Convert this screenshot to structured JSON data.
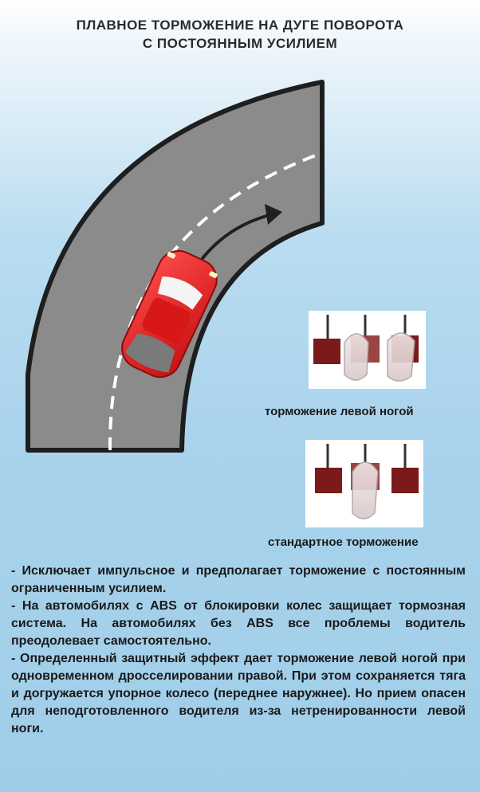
{
  "title": {
    "line1": "ПЛАВНОЕ ТОРМОЖЕНИЕ НА ДУГЕ ПОВОРОТА",
    "line2": "С ПОСТОЯННЫМ УСИЛИЕМ"
  },
  "captions": {
    "left_foot": "торможение левой ногой",
    "standard": "стандартное торможение"
  },
  "paragraphs": [
    "- Исключает импульсное и предполагает торможение с постоянным ограниченным усилием.",
    "- На автомобилях с ABS от блокировки колес защищает тормозная система. На автомобилях без ABS все проблемы водитель преодолевает самостоятельно.",
    "- Определенный защитный эффект дает торможение левой ногой при одновременном дросселировании правой. При этом сохраняется тяга и догружается упорное колесо (переднее наружнее). Но прием опасен для неподготовленного водителя из-за нетренированности левой ноги."
  ],
  "colors": {
    "road": "#8a8a8a",
    "road_edge": "#1e1e1e",
    "car": "#e51f1f",
    "pedal": "#7a1a1a",
    "arrow": "#222222"
  },
  "icons": [
    "curved-road",
    "red-car",
    "direction-arrow",
    "pedals-left-foot",
    "pedals-standard"
  ]
}
